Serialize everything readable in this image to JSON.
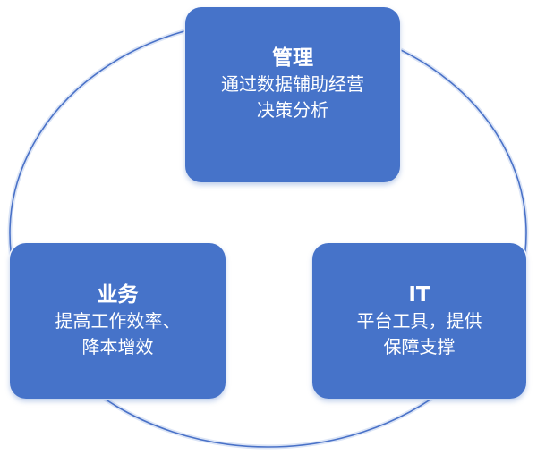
{
  "diagram": {
    "type": "cycle",
    "colors": {
      "box": "#4673c9",
      "ring": "#4a72c8",
      "text": "#ffffff",
      "background": "#ffffff"
    },
    "nodes": [
      {
        "id": "management",
        "title": "管理",
        "description": "通过数据辅助经营\n决策分析"
      },
      {
        "id": "business",
        "title": "业务",
        "description": "提高工作效率、\n降本增效"
      },
      {
        "id": "it",
        "title": "IT",
        "description": "平台工具，提供\n保障支撑"
      }
    ]
  }
}
